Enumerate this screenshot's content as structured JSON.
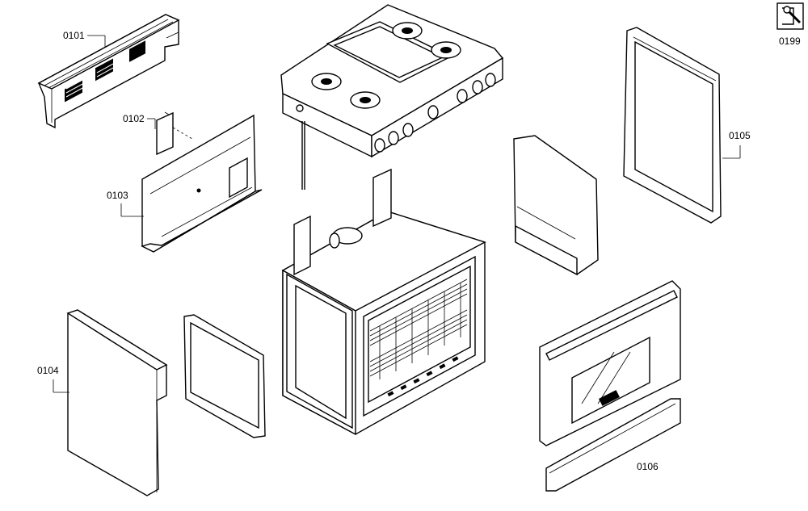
{
  "diagram": {
    "labels": {
      "p0101": "0101",
      "p0102": "0102",
      "p0103": "0103",
      "p0104": "0104",
      "p0105": "0105",
      "p0106": "0106",
      "p0199": "0199"
    },
    "colors": {
      "line": "#000000",
      "background": "#ffffff"
    },
    "icons": {
      "service": "wrench-service-icon"
    }
  }
}
